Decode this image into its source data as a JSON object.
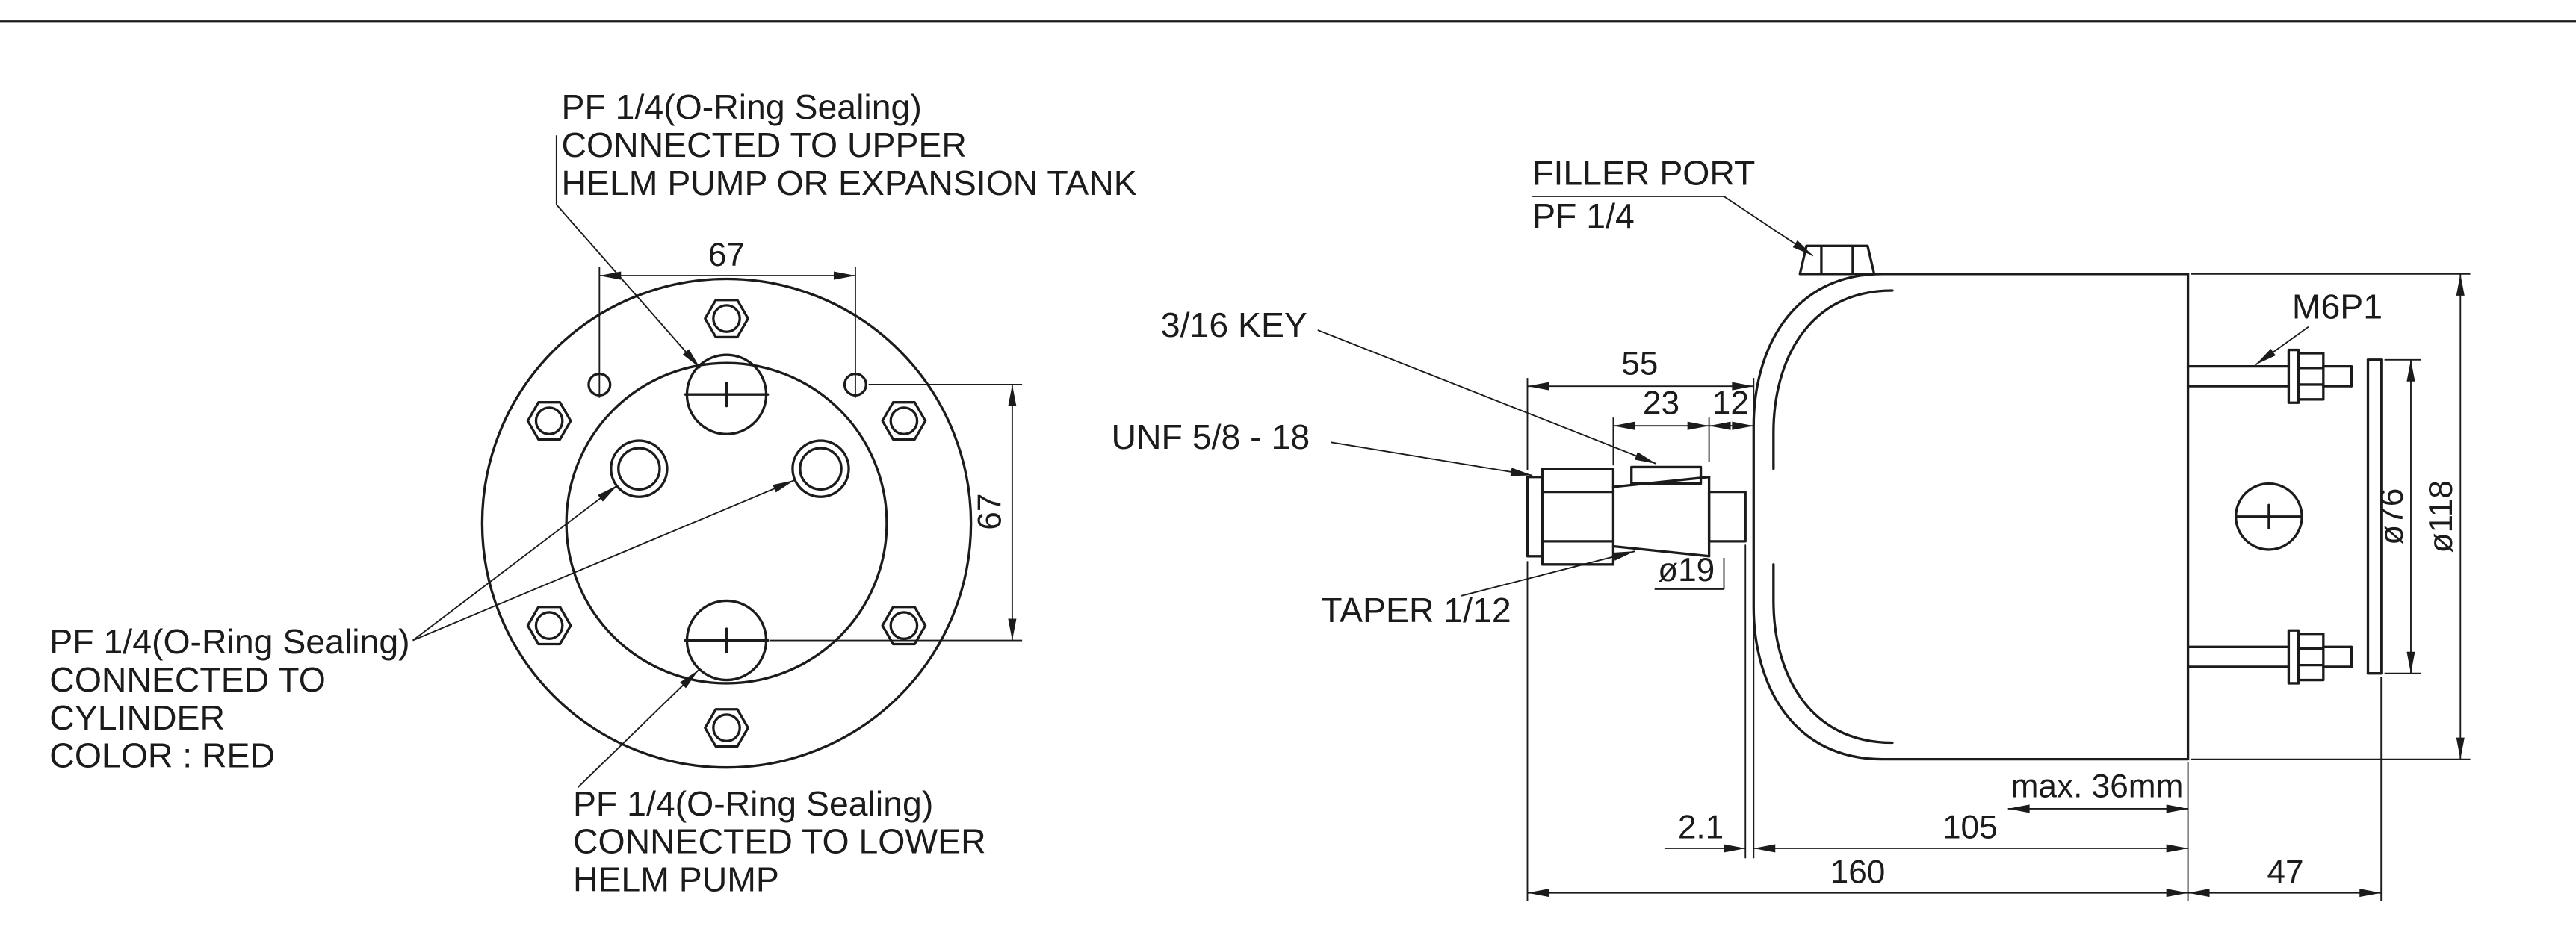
{
  "meta": {
    "line_color": "#1b1b1b",
    "background": "#ffffff"
  },
  "front_view": {
    "callout_top": {
      "lines": [
        "PF 1/4(O-Ring Sealing)",
        "CONNECTED TO UPPER",
        "HELM PUMP OR EXPANSION TANK"
      ]
    },
    "callout_cylinder": {
      "lines": [
        "PF 1/4(O-Ring Sealing)",
        "CONNECTED TO",
        "CYLINDER",
        "COLOR : RED"
      ]
    },
    "callout_bottom": {
      "lines": [
        "PF 1/4(O-Ring Sealing)",
        "CONNECTED TO LOWER",
        "HELM PUMP"
      ]
    },
    "dims": {
      "spacing_h": "67",
      "spacing_v": "67"
    }
  },
  "side_view": {
    "labels": {
      "filler_line1": "FILLER PORT",
      "filler_line2": "PF 1/4",
      "key": "3/16 KEY",
      "thread": "UNF 5/8 - 18",
      "taper": "TAPER 1/12",
      "stud": "M6P1"
    },
    "dims": {
      "shaft_total": "55",
      "taper_length": "23",
      "collar_length": "12",
      "shaft_dia": "ø19",
      "pilot_dia": "ø76",
      "body_dia": "ø118",
      "panel_max": "max. 36mm",
      "gap": "2.1",
      "body_length": "105",
      "overall_length": "160",
      "mount_length": "47"
    }
  }
}
